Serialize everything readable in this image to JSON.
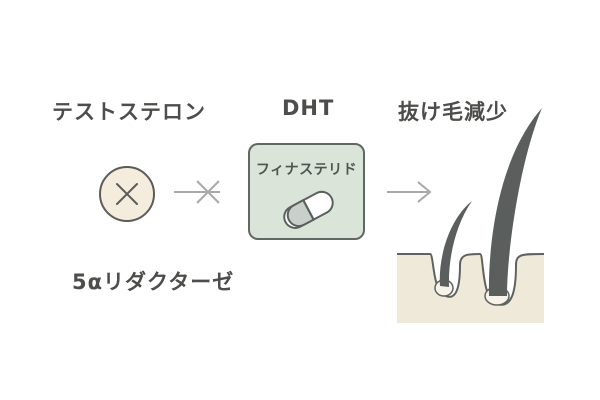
{
  "labels": {
    "testosterone": "テストステロン",
    "dht": "DHT",
    "result": "抜け毛減少",
    "enzyme": "5αリダクターゼ"
  },
  "drug": {
    "name": "フィナステリド"
  },
  "icons": {
    "enzyme": "x-circle-icon",
    "blocked_arrow": "blocked-arrow-icon",
    "arrow": "right-arrow-icon",
    "pill": "capsule-pill-icon",
    "hair": "hair-follicle-icon"
  },
  "colors": {
    "text": "#4d4d4b",
    "enzyme_fill": "#f4ecdc",
    "drug_box_fill": "#dbe4d8",
    "arrow": "#a9a9a7",
    "hair": "#5a5e5c",
    "skin": "#efe9da"
  }
}
